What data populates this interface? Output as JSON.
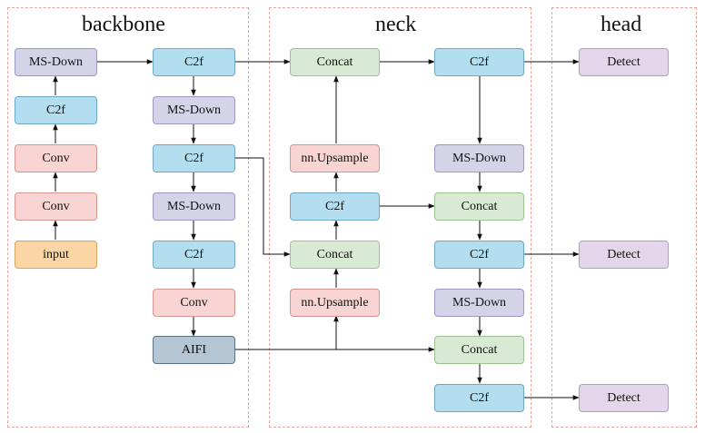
{
  "sections": {
    "backbone": "backbone",
    "neck": "neck",
    "head": "head"
  },
  "nodes": {
    "b_msdown1": "MS-Down",
    "b_c2f_1": "C2f",
    "b_conv_1": "Conv",
    "b_conv_2": "Conv",
    "b_input": "input",
    "b_c2f_2": "C2f",
    "b_msdown2": "MS-Down",
    "b_c2f_3": "C2f",
    "b_msdown3": "MS-Down",
    "b_c2f_4": "C2f",
    "b_conv_3": "Conv",
    "b_aifi": "AIFI",
    "n_concat1": "Concat",
    "n_upsample1": "nn.Upsample",
    "n_c2f_1": "C2f",
    "n_concat2": "Concat",
    "n_upsample2": "nn.Upsample",
    "n_c2f_2": "C2f",
    "n_msdown1": "MS-Down",
    "n_concat3": "Concat",
    "n_c2f_3": "C2f",
    "n_msdown2": "MS-Down",
    "n_concat4": "Concat",
    "n_c2f_4": "C2f",
    "h_detect1": "Detect",
    "h_detect2": "Detect",
    "h_detect3": "Detect"
  },
  "colors": {
    "blue": "#b3def0",
    "purple": "#d4d3e8",
    "red": "#f8d5d3",
    "orange": "#fbd6a4",
    "green": "#d8e9d4",
    "lavender": "#e3d6ea",
    "grey": "#b4c5d3",
    "section_border": "#e8a39a"
  }
}
